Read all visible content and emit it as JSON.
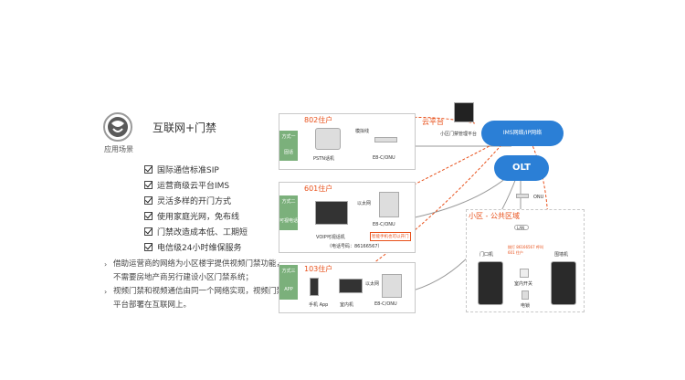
{
  "left": {
    "title": "互联网+门禁",
    "subtitle": "应用场景",
    "features": [
      "国际通信标准SIP",
      "运营商级云平台IMS",
      "灵活多样的开门方式",
      "使用家庭光网，免布线",
      "门禁改造成本低、工期短",
      "电信级24小时维保服务"
    ],
    "para1": "借助运营商的网络为小区楼宇提供视频门禁功能，不需要房地产商另行建设小区门禁系统；",
    "para2": "视频门禁和视频通信由同一个网络实现，视频门禁平台部署在互联网上。"
  },
  "diagram": {
    "cloud_platform": "云平台",
    "mgmt_platform": "小区门禁管理平台",
    "ims_cloud": "IMS网络/IP网络",
    "olt": "OLT",
    "onu": "ONU",
    "lan": "LAN",
    "public_area": "小区 - 公共区域",
    "rooms": [
      {
        "label": "802住户",
        "scheme": "方式一",
        "tab_bottom": "固话",
        "phone": "PSTN话机",
        "line": "模拟线",
        "onu": "E8-C/ONU"
      },
      {
        "label": "601住户",
        "scheme": "方式二",
        "tab_bottom": "可视电话",
        "phone": "VOIP可视话机",
        "line": "以太网",
        "onu": "E8-C/ONU",
        "note": "智能手机也可以开门",
        "number": "（电话号码：86166567）"
      },
      {
        "label": "103住户",
        "scheme": "方式三",
        "tab_bottom": "APP",
        "phone": "手机 App",
        "indoor": "室内机",
        "line": "以太网",
        "onu": "E8-C/ONU"
      }
    ],
    "door_left": "门口机",
    "door_right": "围墙机",
    "door_note": "拨打 86166567 呼叫 601 住户",
    "indoor_switch": "室内开关",
    "lock": "电锁"
  }
}
